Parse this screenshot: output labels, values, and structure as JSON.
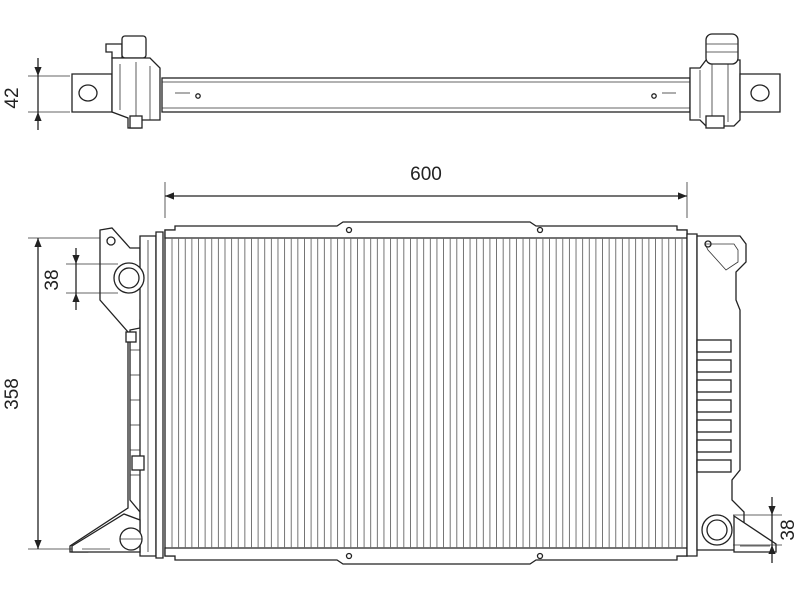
{
  "dimensions": {
    "top_view_height": "42",
    "core_width": "600",
    "overall_height": "358",
    "inlet_offset": "38",
    "outlet_offset": "38"
  },
  "core": {
    "fin_count": 78
  }
}
